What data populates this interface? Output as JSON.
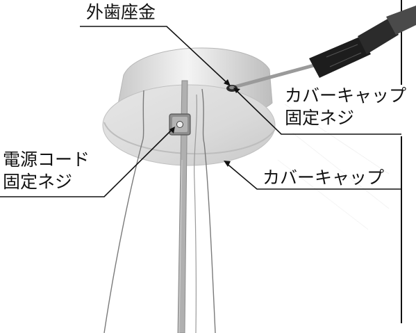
{
  "callouts": {
    "outer_tooth_washer": "外歯座金",
    "cover_cap_screw": {
      "line1": "カバーキャップ",
      "line2": "固定ネジ"
    },
    "cord_screw": {
      "line1": "電源コード",
      "line2": "固定ネジ"
    },
    "cover_cap": "カバーキャップ"
  },
  "colors": {
    "ink": "#111111",
    "canopy": "#d2d2d2",
    "background": "#ffffff"
  },
  "icons": {
    "tool": "screwdriver-icon"
  }
}
